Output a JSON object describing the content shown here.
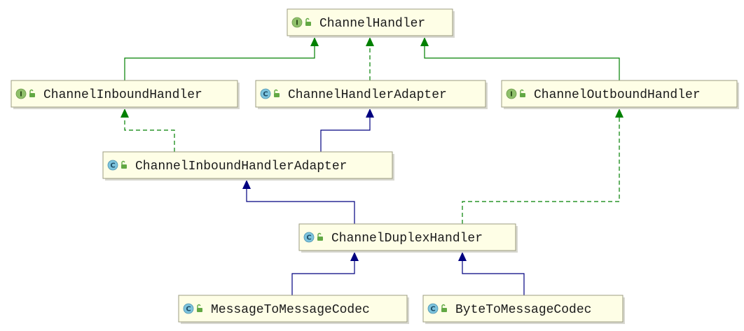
{
  "nodes": [
    {
      "id": "channel-handler",
      "kind": "interface",
      "icon": "I",
      "label": "ChannelHandler"
    },
    {
      "id": "channel-inbound-handler",
      "kind": "interface",
      "icon": "I",
      "label": "ChannelInboundHandler"
    },
    {
      "id": "channel-handler-adapter",
      "kind": "class",
      "icon": "C",
      "label": "ChannelHandlerAdapter"
    },
    {
      "id": "channel-outbound-handler",
      "kind": "interface",
      "icon": "I",
      "label": "ChannelOutboundHandler"
    },
    {
      "id": "channel-inbound-handler-adapter",
      "kind": "class",
      "icon": "C",
      "label": "ChannelInboundHandlerAdapter"
    },
    {
      "id": "channel-duplex-handler",
      "kind": "class",
      "icon": "C",
      "label": "ChannelDuplexHandler"
    },
    {
      "id": "message-to-message-codec",
      "kind": "class",
      "icon": "C",
      "label": "MessageToMessageCodec"
    },
    {
      "id": "byte-to-message-codec",
      "kind": "class",
      "icon": "C",
      "label": "ByteToMessageCodec"
    }
  ],
  "edges": [
    {
      "from": "channel-inbound-handler",
      "to": "channel-handler",
      "type": "extends-interface"
    },
    {
      "from": "channel-handler-adapter",
      "to": "channel-handler",
      "type": "implements"
    },
    {
      "from": "channel-outbound-handler",
      "to": "channel-handler",
      "type": "extends-interface"
    },
    {
      "from": "channel-inbound-handler-adapter",
      "to": "channel-inbound-handler",
      "type": "implements"
    },
    {
      "from": "channel-inbound-handler-adapter",
      "to": "channel-handler-adapter",
      "type": "extends"
    },
    {
      "from": "channel-duplex-handler",
      "to": "channel-inbound-handler-adapter",
      "type": "extends"
    },
    {
      "from": "channel-duplex-handler",
      "to": "channel-outbound-handler",
      "type": "implements"
    },
    {
      "from": "message-to-message-codec",
      "to": "channel-duplex-handler",
      "type": "extends"
    },
    {
      "from": "byte-to-message-codec",
      "to": "channel-duplex-handler",
      "type": "extends"
    }
  ],
  "colors": {
    "implements": "#008000",
    "extends_interface": "#008000",
    "extends": "#000080",
    "node_fill": "#fefee6",
    "node_border": "#9c9c80",
    "interface_icon": "#8fc06a",
    "class_icon": "#7cc3dd",
    "access_icon": "#62a844"
  }
}
